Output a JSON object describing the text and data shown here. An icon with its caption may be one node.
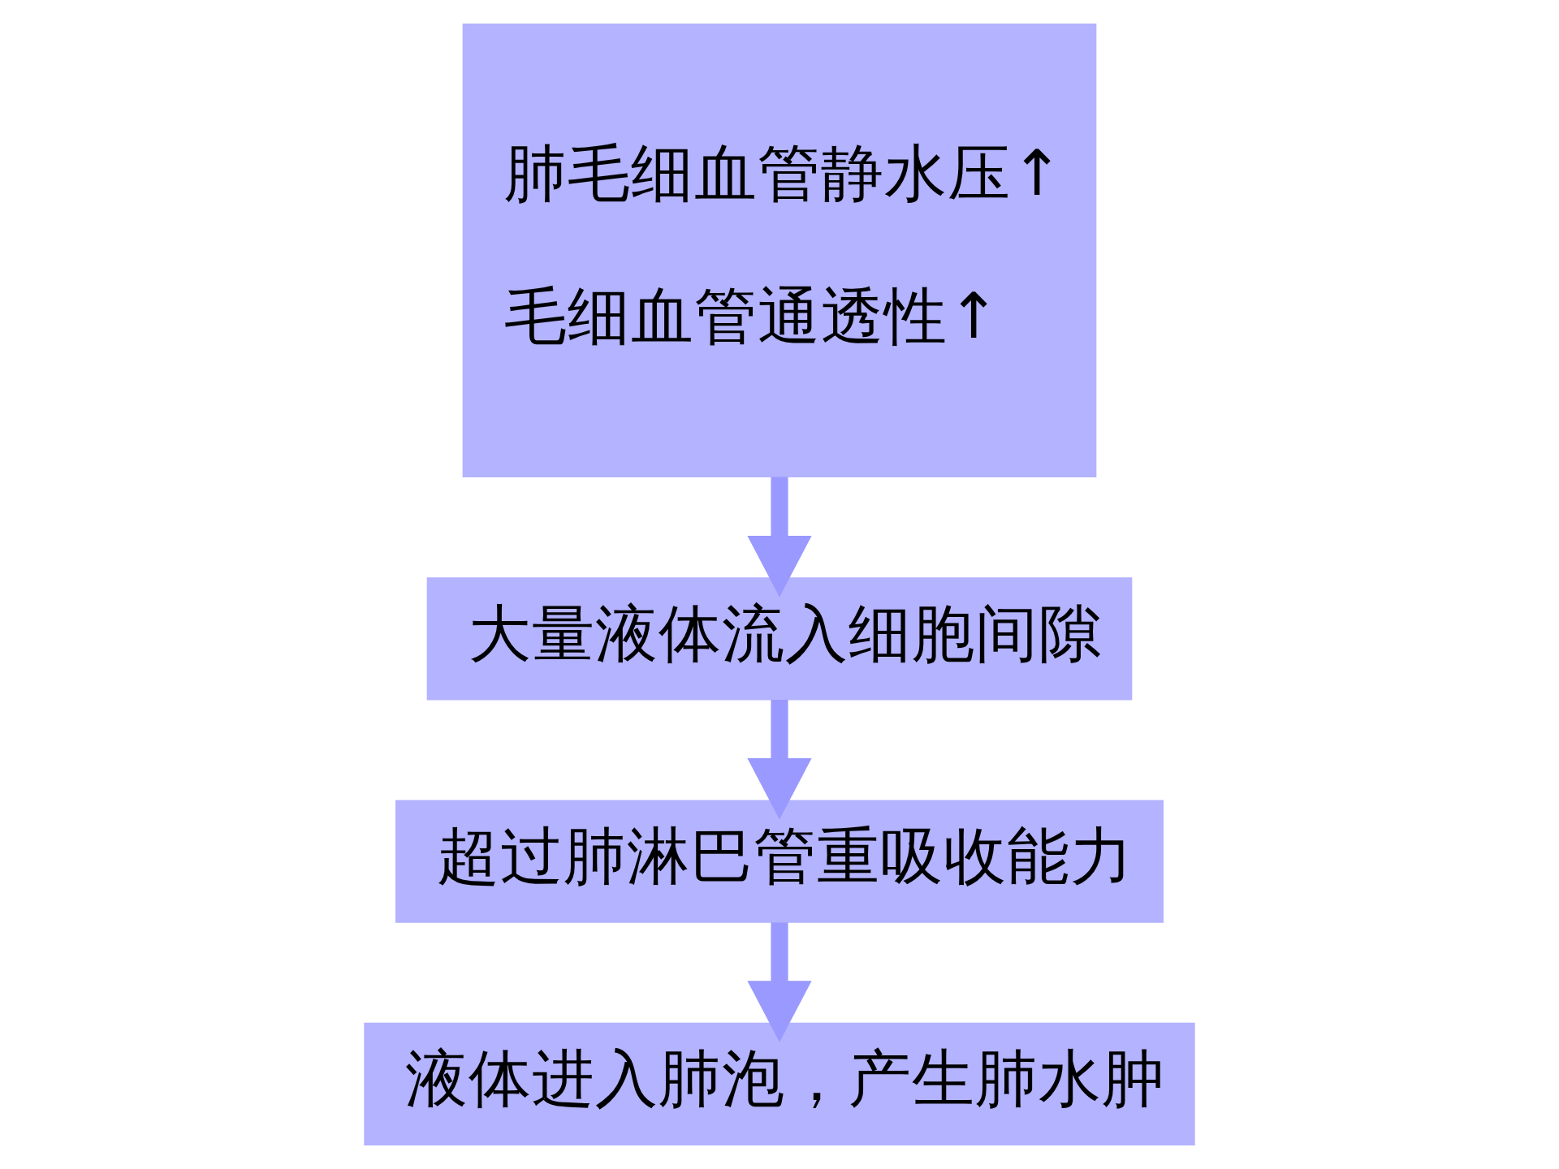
{
  "diagram": {
    "nodes": [
      {
        "text": [
          "肺毛细血管静水压↑",
          "毛细血管通透性↑"
        ]
      },
      {
        "text": [
          "大量液体流入细胞间隙"
        ]
      },
      {
        "text": [
          "超过肺淋巴管重吸收能力"
        ]
      },
      {
        "text": [
          "液体进入肺泡，产生肺水肿"
        ]
      }
    ],
    "edges": [
      {
        "from": 0,
        "to": 1,
        "arrow": "to"
      },
      {
        "from": 1,
        "to": 2,
        "arrow": "to"
      },
      {
        "from": 2,
        "to": 3,
        "arrow": "to"
      }
    ]
  }
}
